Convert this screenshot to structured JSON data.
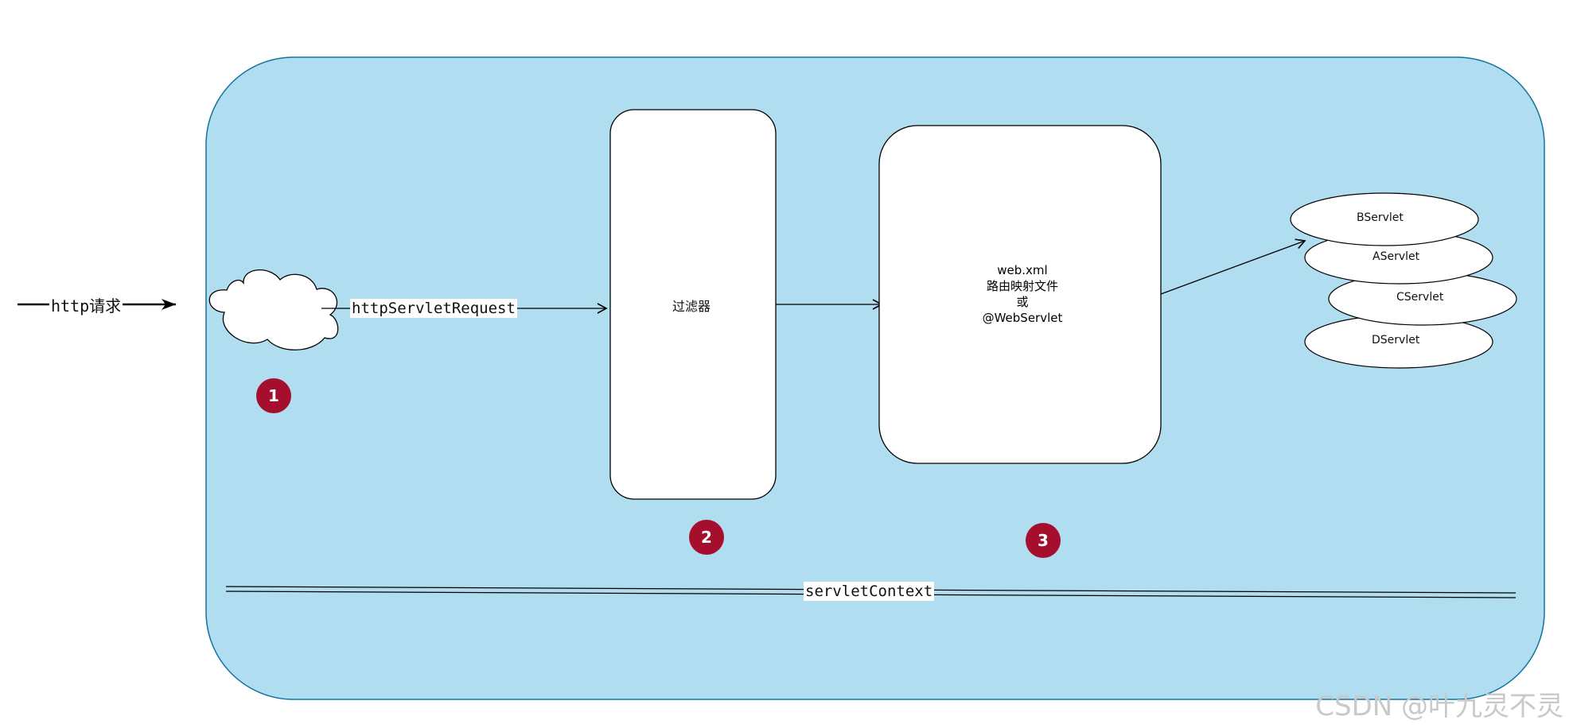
{
  "diagram": {
    "http_request_label": "http请求",
    "cloud_to_filter_label": "httpServletRequest",
    "filter_label": "过滤器",
    "router": {
      "line1": "web.xml",
      "line2": "路由映射文件",
      "line3": "或",
      "line4": "@WebServlet"
    },
    "servlets": [
      "BServlet",
      "AServlet",
      "CServlet",
      "DServlet"
    ],
    "context_label": "servletContext",
    "badges": [
      "1",
      "2",
      "3"
    ],
    "colors": {
      "container_fill": "#b1ddf0",
      "container_stroke": "#10739e",
      "badge_fill": "#a50e2c"
    }
  },
  "watermark": "CSDN @叶九灵不灵"
}
